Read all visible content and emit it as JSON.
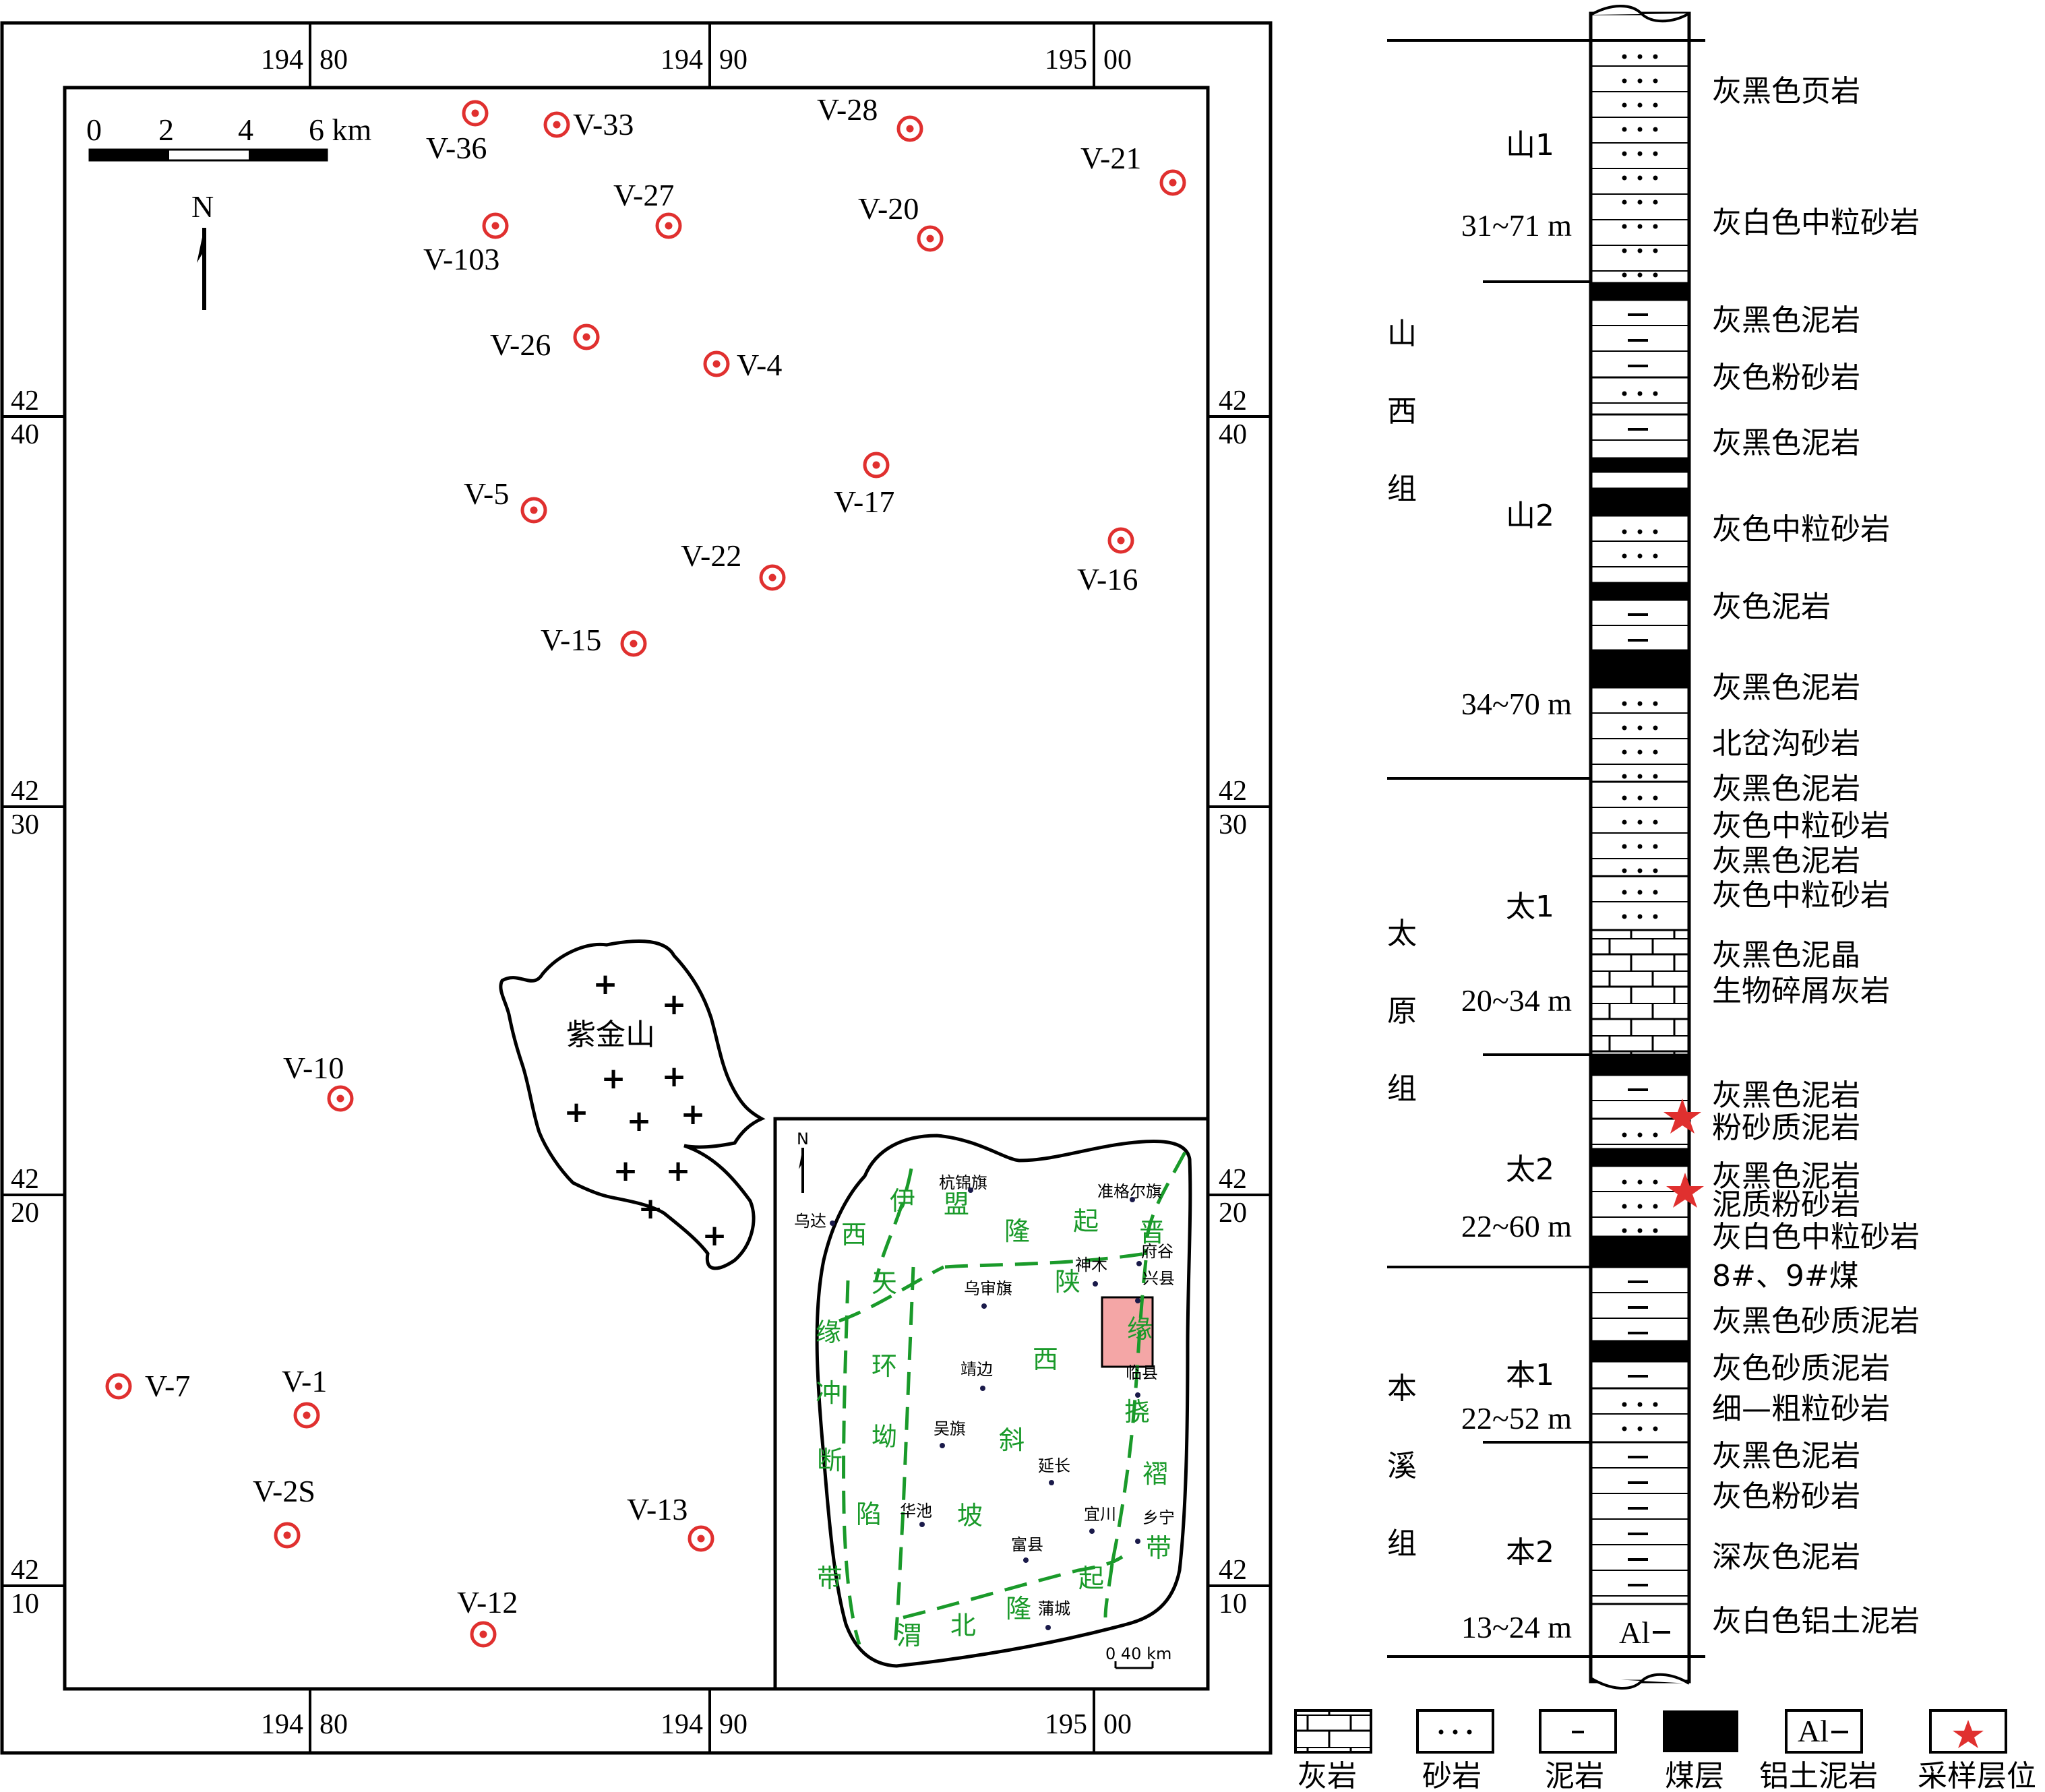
{
  "map": {
    "scale_labels": [
      "0",
      "2",
      "4",
      "6 km"
    ],
    "north": "N",
    "top_coords": [
      [
        "194",
        "80"
      ],
      [
        "194",
        "90"
      ],
      [
        "195",
        "00"
      ]
    ],
    "bottom_coords": [
      [
        "194",
        "80"
      ],
      [
        "194",
        "90"
      ],
      [
        "195",
        "00"
      ]
    ],
    "side_coords": [
      [
        "42",
        "40"
      ],
      [
        "42",
        "30"
      ],
      [
        "42",
        "20"
      ],
      [
        "42",
        "10"
      ]
    ],
    "massif_label": "紫金山",
    "wells": [
      "V-36",
      "V-33",
      "V-28",
      "V-21",
      "V-103",
      "V-27",
      "V-20",
      "V-26",
      "V-4",
      "V-5",
      "V-17",
      "V-22",
      "V-16",
      "V-15",
      "V-10",
      "V-7",
      "V-1",
      "V-2S",
      "V-13",
      "V-12"
    ]
  },
  "inset": {
    "north": "N",
    "towns": [
      "杭锦旗",
      "准格尔旗",
      "乌达",
      "府谷",
      "神木",
      "兴县",
      "乌审旗",
      "靖边",
      "临县",
      "吴旗",
      "延长",
      "华池",
      "宜川",
      "乡宁",
      "富县",
      "蒲城"
    ],
    "zones": {
      "yimeng": [
        "伊",
        "盟",
        "隆",
        "起"
      ],
      "jinshan": [
        "晋",
        "陕"
      ],
      "jinshan_b": [
        "缘"
      ],
      "tianhuan": [
        "天",
        "环",
        "坳"
      ],
      "xiyuan": [
        "西",
        "缘",
        "冲",
        "断",
        "陷",
        "带"
      ],
      "xiewo": [
        "西",
        "斜",
        "坡"
      ],
      "naozhe": [
        "挠",
        "褶",
        "带"
      ],
      "weibei": [
        "渭",
        "北",
        "隆",
        "起"
      ]
    },
    "scale": "0  40 km"
  },
  "column": {
    "formations": [
      [
        "山",
        "西",
        "组"
      ],
      [
        "太",
        "原",
        "组"
      ],
      [
        "本",
        "溪",
        "组"
      ]
    ],
    "members": [
      {
        "name": "山1",
        "thick": "31~71 m"
      },
      {
        "name": "山2",
        "thick": "34~70 m"
      },
      {
        "name": "太1",
        "thick": "20~34 m"
      },
      {
        "name": "太2",
        "thick": "22~60 m"
      },
      {
        "name": "本1",
        "thick": "22~52 m"
      },
      {
        "name": "本2",
        "thick": "13~24 m"
      }
    ],
    "lith_labels": [
      "灰黑色页岩",
      "灰白色中粒砂岩",
      "灰黑色泥岩",
      "灰色粉砂岩",
      "灰黑色泥岩",
      "灰色中粒砂岩",
      "灰色泥岩",
      "灰黑色泥岩",
      "北岔沟砂岩",
      "灰黑色泥岩",
      "灰色中粒砂岩",
      "灰黑色泥岩",
      "灰色中粒砂岩",
      "灰黑色泥晶",
      "生物碎屑灰岩",
      "灰黑色泥岩",
      "粉砂质泥岩",
      "灰黑色泥岩",
      "泥质粉砂岩",
      "灰白色中粒砂岩",
      "8#、9#煤",
      "灰黑色砂质泥岩",
      "灰色砂质泥岩",
      "细—粗粒砂岩",
      "灰黑色泥岩",
      "灰色粉砂岩",
      "深灰色泥岩",
      "灰白色铝土泥岩"
    ],
    "al_mark": "Al"
  },
  "legend": {
    "items": [
      "灰岩",
      "砂岩",
      "泥岩",
      "煤层",
      "铝土泥岩",
      "采样层位"
    ],
    "al_symbol": "Al"
  },
  "colors": {
    "well": "#e0302f",
    "zone": "#1a9a2a",
    "study_area": "#f4a6a6",
    "star": "#e0302f"
  }
}
